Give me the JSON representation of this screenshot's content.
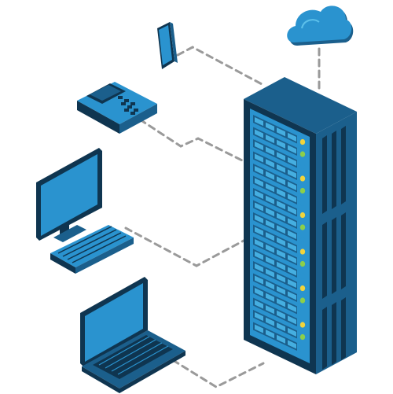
{
  "colors": {
    "background": "#ffffff",
    "dark_navy": "#0f3550",
    "mid_blue": "#1b5f8c",
    "bright_blue": "#2a93cf",
    "light_blue": "#45aee0",
    "dashed_line": "#9a9a9a",
    "led_yellow": "#f2d43c",
    "led_green": "#8ccf4a",
    "led_blue": "#2a93cf"
  },
  "devices": [
    {
      "id": "cloud",
      "icon": "cloud-icon"
    },
    {
      "id": "smartphone",
      "icon": "smartphone-icon"
    },
    {
      "id": "desk-phone",
      "icon": "desk-phone-icon"
    },
    {
      "id": "desktop-computer",
      "icon": "monitor-icon"
    },
    {
      "id": "keyboard",
      "icon": "keyboard-icon"
    },
    {
      "id": "laptop",
      "icon": "laptop-icon"
    },
    {
      "id": "server-rack",
      "icon": "server-rack-icon"
    }
  ],
  "server_leds": [
    "yellow",
    "green",
    "blue",
    "yellow",
    "green",
    "blue",
    "yellow",
    "green",
    "blue",
    "yellow",
    "green",
    "blue",
    "yellow",
    "green",
    "blue",
    "yellow",
    "green",
    "blue"
  ]
}
